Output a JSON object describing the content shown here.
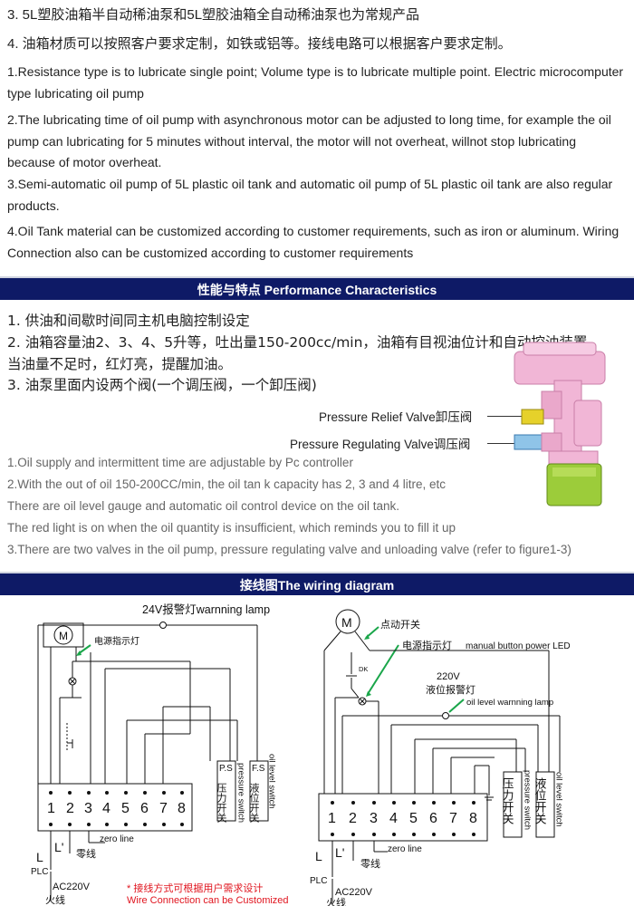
{
  "intro": {
    "cn_items": [
      "3. 5L塑胶油箱半自动稀油泵和5L塑胶油箱全自动稀油泵也为常规产品",
      "4. 油箱材质可以按照客户要求定制，如铁或铝等。接线电路可以根据客户要求定制。"
    ],
    "en_paragraphs": [
      "1.Resistance type is to lubricate single point; Volume type is to lubricate multiple point. Electric microcomputer type lubricating oil pump",
      "2.The lubricating time of oil pump with asynchronous motor can be adjusted to long time, for example the oil pump can lubricating for 5 minutes without interval, the motor will not overheat, willnot stop lubricating because of motor overheat.",
      "3.Semi-automatic oil pump of 5L plastic oil tank and automatic oil pump of 5L plastic oil tank are also regular products.",
      "4.Oil Tank material can be customized according to customer requirements, such as iron or aluminum. Wiring Connection also can be customized according to customer requirements"
    ]
  },
  "performance": {
    "title": "性能与特点 Performance Characteristics",
    "cn_items": [
      "1. 供油和间歇时间同主机电脑控制设定",
      "2. 油箱容量油2、3、4、5升等，吐出量150-200cc/min，油箱有目视油位计和自动控油装置，",
      "当油量不足时，红灯亮，提醒加油。",
      "3. 油泵里面内设两个阀(一个调压阀，一个卸压阀)"
    ],
    "valve_labels": {
      "relief": "Pressure Relief Valve卸压阀",
      "regulating": "Pressure Regulating Valve调压阀"
    },
    "en_items": [
      "1.Oil supply and intermittent time are adjustable by Pc controller",
      "2.With the out of oil 150-200CC/min, the oil tan k capacity has 2, 3 and 4 litre, etc",
      "There are oil level gauge and automatic oil control device on the oil tank.",
      "The red light is on when the oil quantity is insufficient, which reminds you to fill it up",
      "3.There are two valves in the oil pump, pressure regulating valve and unloading valve (refer to figure1-3)"
    ]
  },
  "wiring": {
    "title": "接线图The wiring diagram",
    "left": {
      "warning_lamp": "24V报警灯warnning lamp",
      "power_indicator": "电源指示灯",
      "motor_symbol": "M",
      "terminals": [
        "1",
        "2",
        "3",
        "4",
        "5",
        "6",
        "7",
        "8"
      ],
      "ps_label": "P.S",
      "fs_label": "F.S",
      "pressure_switch_cn": "压力开关",
      "pressure_switch_en": "pressure switch",
      "level_switch_cn": "液位开关",
      "level_switch_en": "oil level switch",
      "l_label": "L",
      "l_prime": "L'",
      "zero_line_cn": "零线",
      "zero_line_en": "zero line",
      "plc": "PLC",
      "ac": "AC220V",
      "fire_line": "火线",
      "note_cn": "* 接线方式可根据用户需求设计",
      "note_en": "Wire Connection can be Customized"
    },
    "right": {
      "motor_symbol": "M",
      "jog_switch": "点动开关",
      "power_indicator_cn": "电源指示灯",
      "power_indicator_en": "manual button power LED",
      "dk": "DK",
      "warning_v": "220V",
      "warning_cn": "液位报警灯",
      "warning_en": "oil level warnning lamp",
      "terminals": [
        "1",
        "2",
        "3",
        "4",
        "5",
        "6",
        "7",
        "8"
      ],
      "pressure_switch_cn": "压力开关",
      "pressure_switch_en": "pressure switch",
      "level_switch_cn": "液位开关",
      "level_switch_en": "oil level switch",
      "l_label": "L",
      "l_prime": "L'",
      "zero_line_cn": "零线",
      "zero_line_en": "zero line",
      "plc": "PLC",
      "ac": "AC220V",
      "fire_line": "火线"
    }
  },
  "colors": {
    "band": "#0e1a66",
    "note_red": "#e0141e",
    "arrow_green": "#1aa64a",
    "pump_pink": "#f1b6d6",
    "pump_green": "#9ccc3a"
  }
}
